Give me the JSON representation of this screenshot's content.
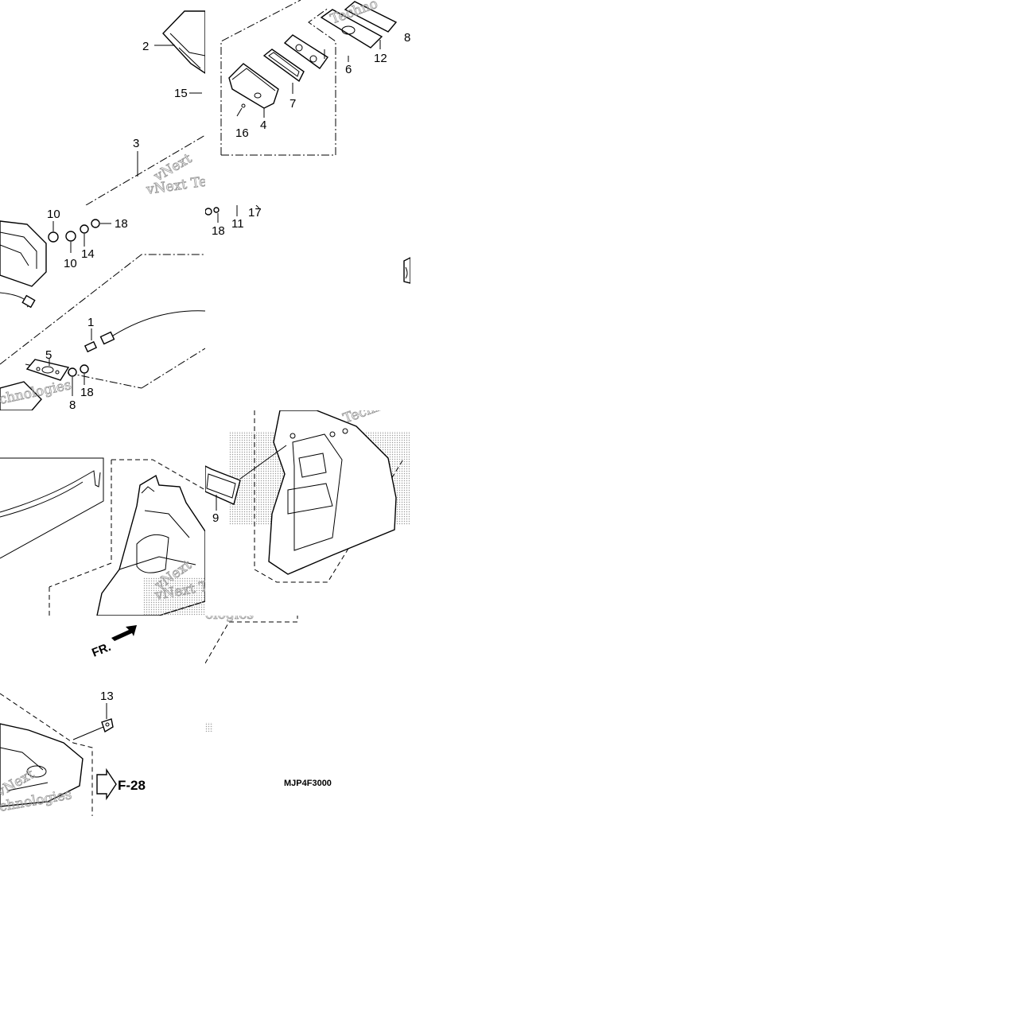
{
  "diagram": {
    "callouts": [
      "1",
      "2",
      "3",
      "4",
      "5",
      "6",
      "7",
      "8",
      "9",
      "10",
      "11",
      "12",
      "13",
      "14",
      "15",
      "16",
      "17",
      "18"
    ],
    "reference_arrow": "F-28",
    "direction_label": "FR.",
    "drawing_code": "MJP4F3000",
    "watermark_text": [
      "vNext Tec",
      "Techno",
      "Technologies",
      "chnologies",
      "ologies",
      "vNext"
    ],
    "colors": {
      "line": "#000000",
      "background": "#ffffff",
      "watermark": "#9a9a9a",
      "dot_screen": "#c8c8c8"
    }
  }
}
